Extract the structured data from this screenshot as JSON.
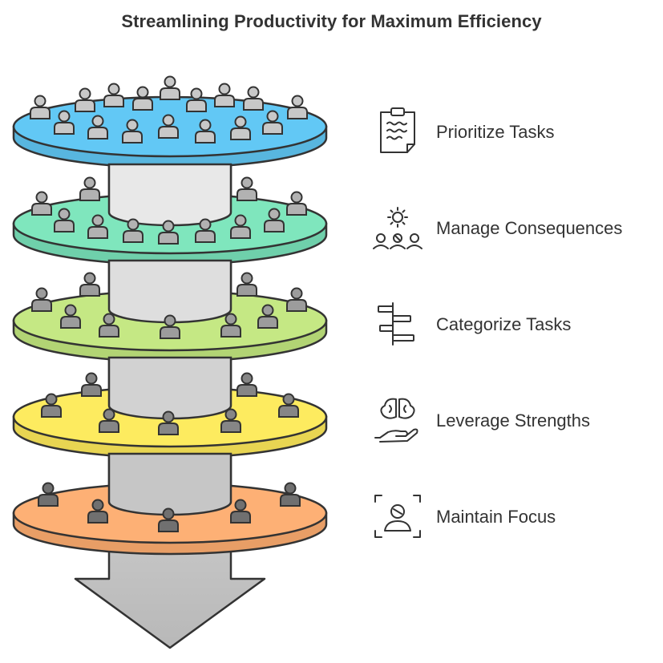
{
  "title": "Streamlining Productivity for Maximum Efficiency",
  "colors": {
    "outline": "#333333",
    "shaft_light": "#f4f4f4",
    "shaft_dark": "#b8b8b8",
    "person_light": "#c8c8c8",
    "person_dark": "#707070"
  },
  "layers": [
    {
      "label": "Prioritize Tasks",
      "icon": "clipboard-icon",
      "color": "#62c8f5",
      "side": "#58b6df"
    },
    {
      "label": "Manage Consequences",
      "icon": "gear-people-icon",
      "color": "#7fe6bd",
      "side": "#6fd0ab"
    },
    {
      "label": "Categorize Tasks",
      "icon": "category-signpost-icon",
      "color": "#c5e884",
      "side": "#b2d474"
    },
    {
      "label": "Leverage Strengths",
      "icon": "brain-hand-icon",
      "color": "#fdeb5f",
      "side": "#e8d552"
    },
    {
      "label": "Maintain Focus",
      "icon": "focus-frame-icon",
      "color": "#fdb075",
      "side": "#e89e66"
    }
  ]
}
